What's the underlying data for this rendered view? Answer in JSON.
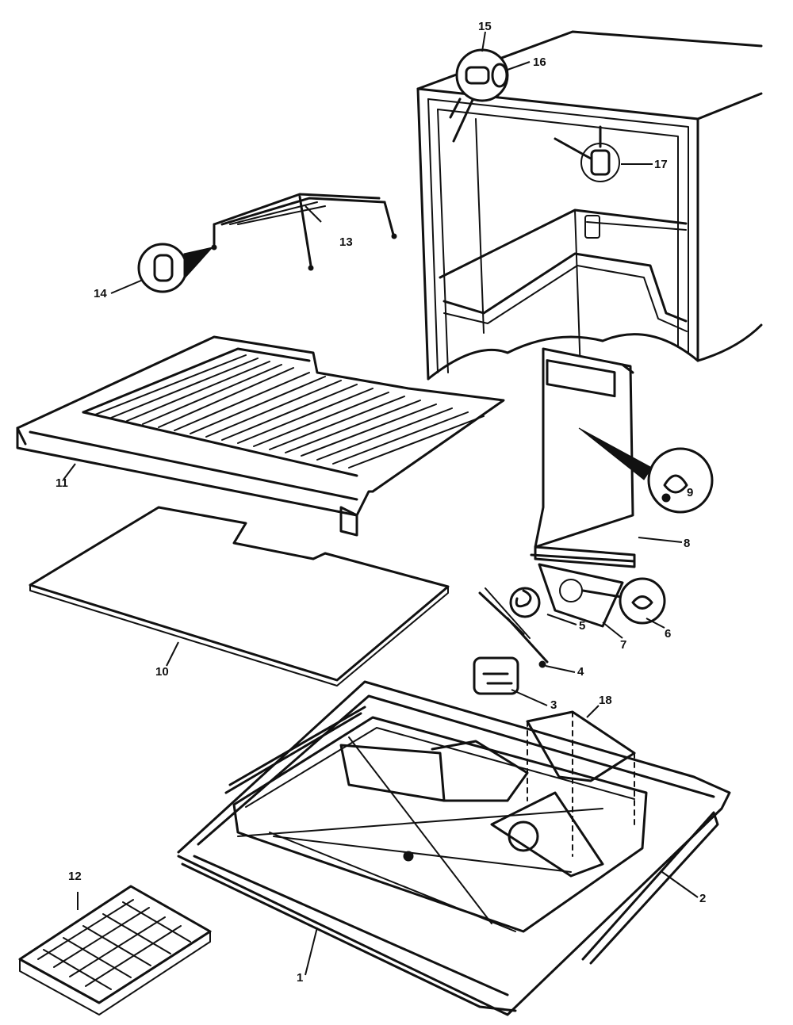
{
  "callouts": {
    "c1": "1",
    "c2": "2",
    "c3": "3",
    "c4": "4",
    "c5": "5",
    "c6": "6",
    "c7": "7",
    "c8": "8",
    "c9": "9",
    "c10": "10",
    "c11": "11",
    "c12": "12",
    "c13": "13",
    "c14": "14",
    "c15": "15",
    "c16": "16",
    "c17": "17",
    "c18": "18"
  },
  "stroke_color": "#111111",
  "background_color": "#ffffff"
}
